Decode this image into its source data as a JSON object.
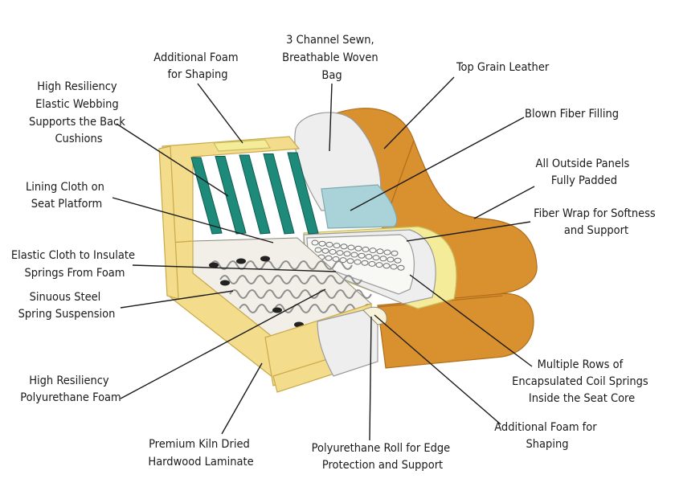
{
  "colors": {
    "wood": "#f3dc8c",
    "wood_dark": "#c9a94a",
    "leather": "#d9902e",
    "leather_dark": "#b06d1a",
    "webbing": "#1d8a7a",
    "foam_blue": "#a9d3d8",
    "foam_white": "#eeeeee",
    "foam_yellow": "#f5ec9a"
  },
  "labels": [
    {
      "id": "additional-foam-shaping-top",
      "lines": [
        "Additional Foam",
        "for Shaping"
      ]
    },
    {
      "id": "channel-sewn-bag",
      "lines": [
        "3 Channel Sewn,",
        "Breathable Woven",
        "Bag"
      ]
    },
    {
      "id": "top-grain-leather",
      "lines": [
        "Top Grain Leather"
      ]
    },
    {
      "id": "high-resiliency-webbing",
      "lines": [
        "High Resiliency",
        "Elastic Webbing",
        "Supports the Back",
        "Cushions"
      ]
    },
    {
      "id": "blown-fiber-filling",
      "lines": [
        "Blown Fiber Filling"
      ]
    },
    {
      "id": "outside-panels-padded",
      "lines": [
        "All Outside Panels",
        "Fully Padded"
      ]
    },
    {
      "id": "lining-cloth",
      "lines": [
        "Lining Cloth on",
        "Seat Platform"
      ]
    },
    {
      "id": "fiber-wrap",
      "lines": [
        "Fiber Wrap for Softness",
        "and Support"
      ]
    },
    {
      "id": "elastic-cloth",
      "lines": [
        "Elastic Cloth to Insulate",
        "Springs From Foam"
      ]
    },
    {
      "id": "sinuous-steel",
      "lines": [
        "Sinuous Steel",
        "Spring Suspension"
      ]
    },
    {
      "id": "coil-springs",
      "lines": [
        "Multiple Rows of",
        "Encapsulated Coil Springs",
        "Inside the Seat Core"
      ]
    },
    {
      "id": "polyurethane-foam",
      "lines": [
        "High Resiliency",
        "Polyurethane Foam"
      ]
    },
    {
      "id": "additional-foam-shaping-bottom",
      "lines": [
        "Additional Foam for",
        "Shaping"
      ]
    },
    {
      "id": "kiln-dried-hardwood",
      "lines": [
        "Premium Kiln Dried",
        "Hardwood Laminate"
      ]
    },
    {
      "id": "polyurethane-roll",
      "lines": [
        "Polyurethane Roll for Edge",
        "Protection and Support"
      ]
    }
  ]
}
